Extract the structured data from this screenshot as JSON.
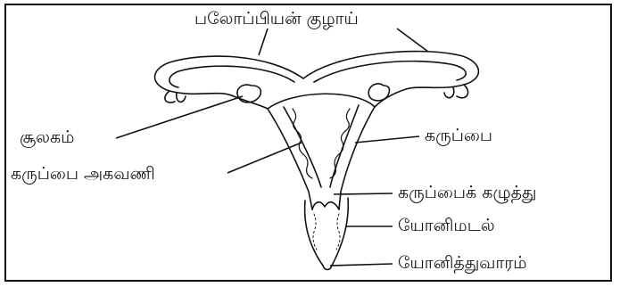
{
  "labels": {
    "fallopian_tube": "பலோப்பியன் குழாய்",
    "ovary": "சூலகம்",
    "endometrium": "கருப்பை அகவணி",
    "uterus": "கருப்பை",
    "cervix": "கருப்பைக் கழுத்து",
    "vaginal_wall": "யோனிமடல்",
    "vaginal_opening": "யோனித்துவாரம்"
  },
  "colors": {
    "ink": "#111111",
    "background": "#ffffff"
  }
}
